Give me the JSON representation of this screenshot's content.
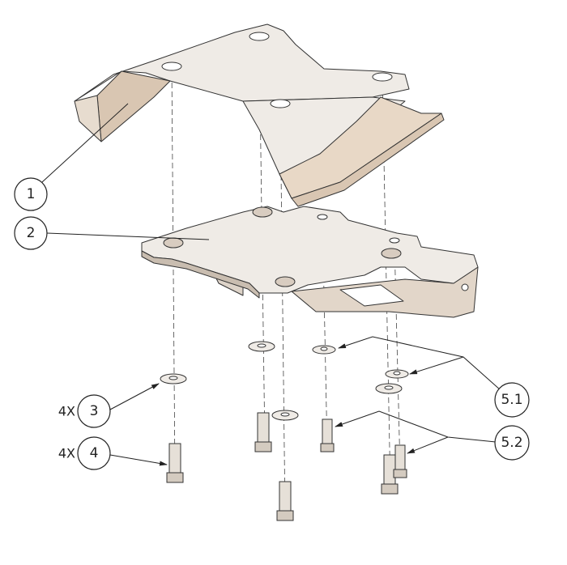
{
  "balloons": [
    {
      "id": "1",
      "label": "1",
      "qty": ""
    },
    {
      "id": "2",
      "label": "2",
      "qty": ""
    },
    {
      "id": "3",
      "label": "3",
      "qty": "4X"
    },
    {
      "id": "4",
      "label": "4",
      "qty": "4X"
    },
    {
      "id": "5.1",
      "label": "5.1",
      "qty": ""
    },
    {
      "id": "5.2",
      "label": "5.2",
      "qty": ""
    }
  ],
  "colors": {
    "metal": "#efebe6",
    "metal_shade": "#d9cbbb",
    "line": "#333333"
  }
}
